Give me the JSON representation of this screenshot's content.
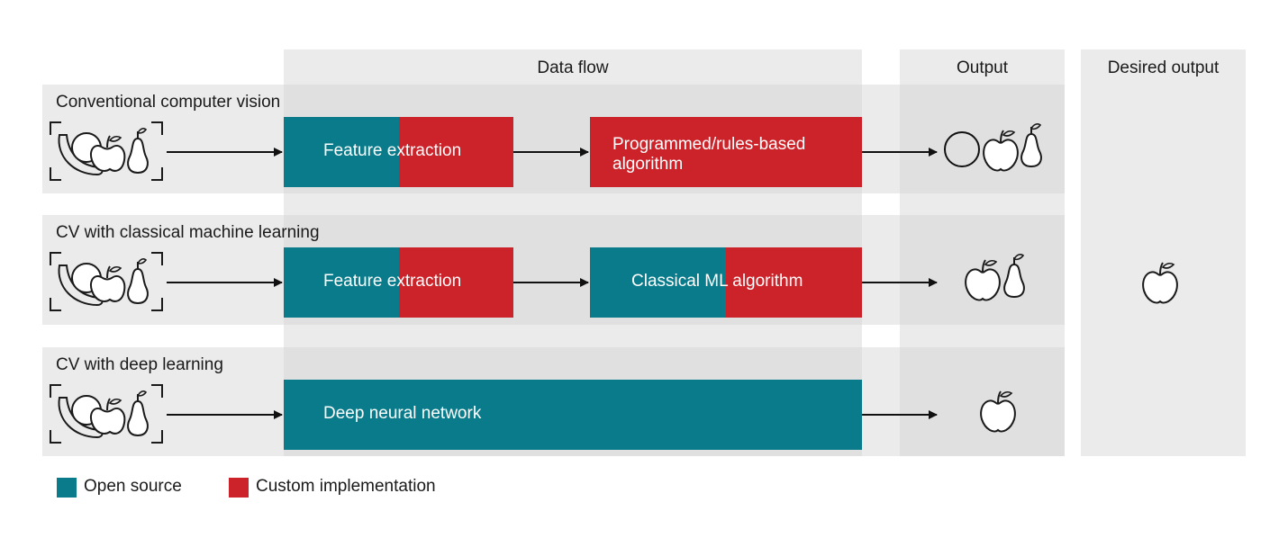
{
  "columns": {
    "data_flow": "Data flow",
    "output": "Output",
    "desired_output": "Desired output"
  },
  "rows": [
    {
      "title": "Conventional computer vision",
      "step1": "Feature extraction",
      "step2": "Programmed/rules-based algorithm"
    },
    {
      "title": "CV with classical machine learning",
      "step1": "Feature extraction",
      "step2": "Classical ML algorithm"
    },
    {
      "title": "CV with deep learning",
      "step1": "Deep neural network"
    }
  ],
  "legend": {
    "open_source": "Open source",
    "custom": "Custom implementation"
  },
  "colors": {
    "open_source": "#0a7b8a",
    "custom": "#cc2229",
    "panel": "#ebebeb"
  },
  "icons": {
    "input": "fruit-basket-icon",
    "output_row1": [
      "circle-icon",
      "apple-icon",
      "pear-icon"
    ],
    "output_row2": [
      "apple-icon",
      "pear-icon"
    ],
    "output_row3": [
      "apple-icon"
    ],
    "desired": [
      "apple-icon"
    ]
  }
}
